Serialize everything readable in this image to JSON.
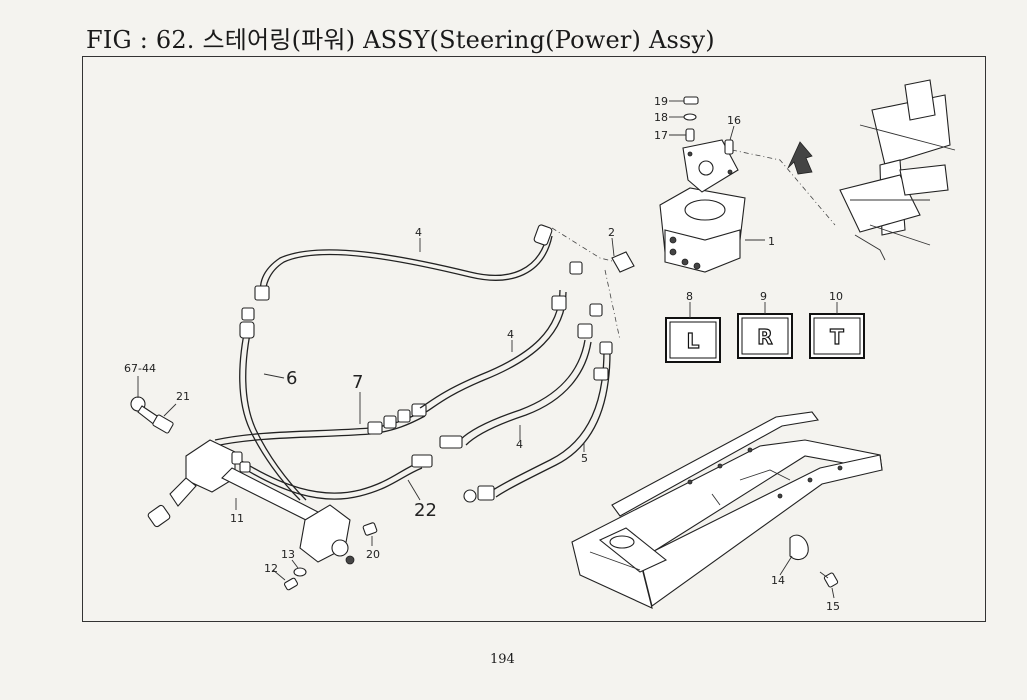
{
  "header": {
    "title": "FIG : 62. 스테어링(파워) ASSY(Steering(Power) Assy)"
  },
  "footer": {
    "page_number": "194"
  },
  "callouts": {
    "c1": "1",
    "c2": "2",
    "c4a": "4",
    "c4b": "4",
    "c4c": "4",
    "c5": "5",
    "c6": "6",
    "c7": "7",
    "c8": "8",
    "c9": "9",
    "c10": "10",
    "c11": "11",
    "c12": "12",
    "c13": "13",
    "c14": "14",
    "c15": "15",
    "c16": "16",
    "c17": "17",
    "c18": "18",
    "c19": "19",
    "c20": "20",
    "c21": "21",
    "c22": "22",
    "c6744": "67-44"
  },
  "decals": {
    "left": "L",
    "right": "R",
    "tilt": "T"
  }
}
